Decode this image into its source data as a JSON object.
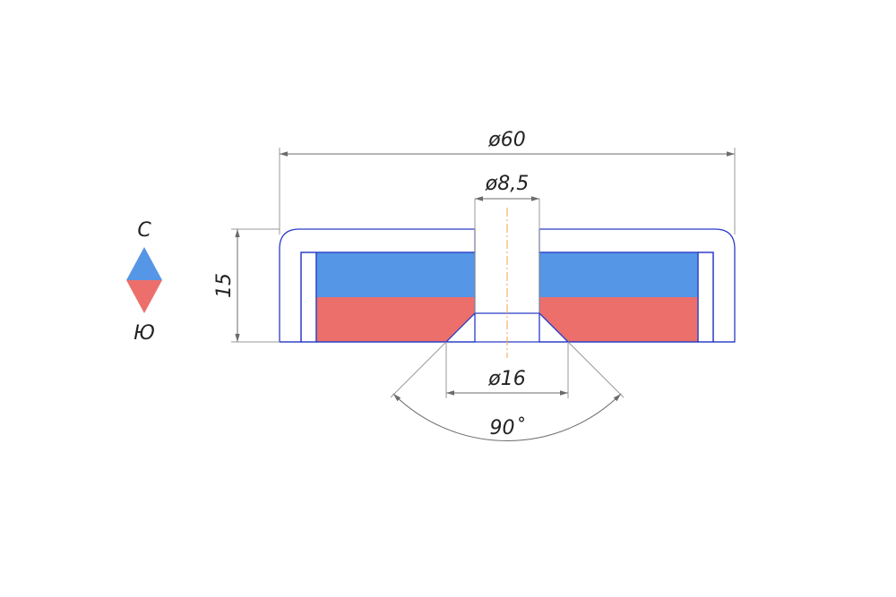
{
  "dimensions": {
    "outer_diameter": "ø60",
    "hole_diameter": "ø8,5",
    "countersink_diameter": "ø16",
    "height": "15",
    "countersink_angle": "90˚"
  },
  "legend": {
    "north_label": "С",
    "south_label": "Ю"
  },
  "colors": {
    "north_pole": "#5596e6",
    "south_pole": "#ec6f6b",
    "outline": "#2a3cc8",
    "hatch": "#b5b5b5",
    "dimension": "#6b6b6b",
    "axis": "#f0a050"
  }
}
